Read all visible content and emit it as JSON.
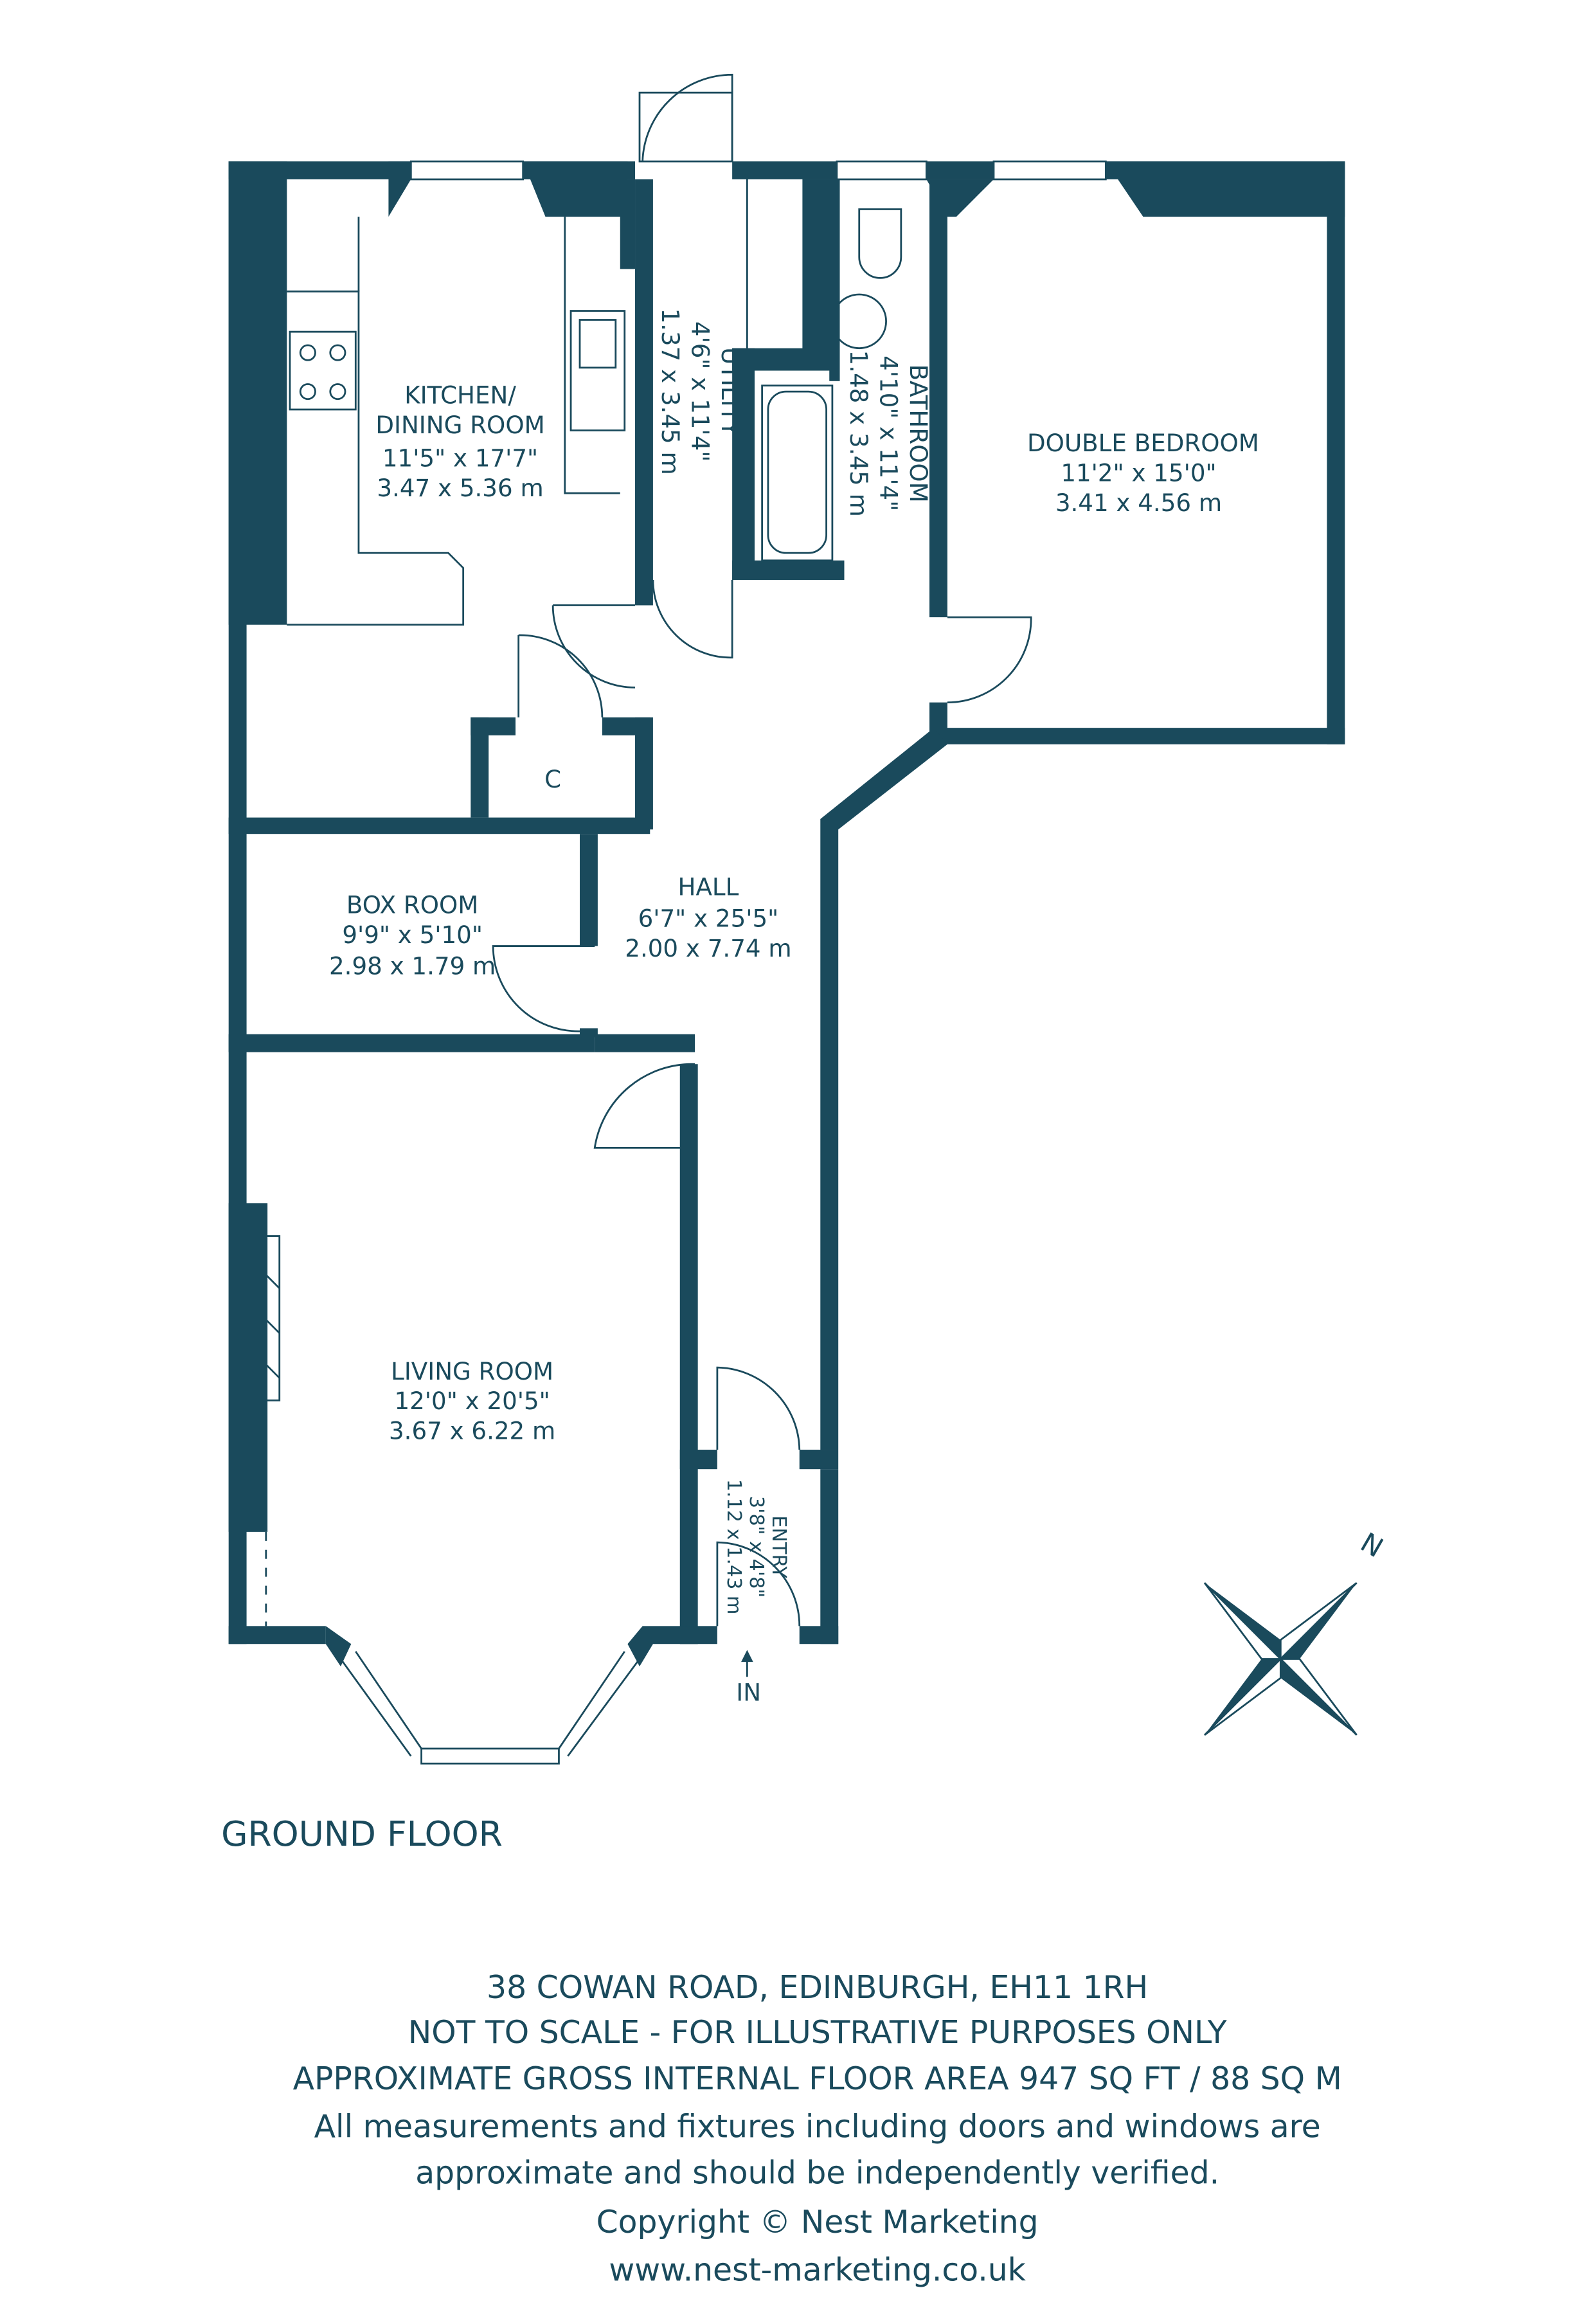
{
  "colors": {
    "wall": "#1a4a5c",
    "background": "#ffffff"
  },
  "rooms": {
    "kitchen": {
      "name1": "KITCHEN/",
      "name2": "DINING ROOM",
      "imperial": "11'5\" x 17'7\"",
      "metric": "3.47 x 5.36 m"
    },
    "utility": {
      "name": "UTILITY",
      "imperial": "4'6\" x 11'4\"",
      "metric": "1.37 x 3.45 m"
    },
    "bathroom": {
      "name": "BATHROOM",
      "imperial": "4'10\" x 11'4\"",
      "metric": "1.48 x 3.45 m"
    },
    "bedroom": {
      "name": "DOUBLE BEDROOM",
      "imperial": "11'2\" x 15'0\"",
      "metric": "3.41 x 4.56 m"
    },
    "cupboard": {
      "name": "C"
    },
    "hall": {
      "name": "HALL",
      "imperial": "6'7\" x 25'5\"",
      "metric": "2.00 x 7.74 m"
    },
    "boxroom": {
      "name": "BOX ROOM",
      "imperial": "9'9\" x 5'10\"",
      "metric": "2.98 x 1.79 m"
    },
    "living": {
      "name": "LIVING ROOM",
      "imperial": "12'0\" x 20'5\"",
      "metric": "3.67 x 6.22 m"
    },
    "entry": {
      "name": "ENTRY",
      "imperial": "3'8\" x 4'8\"",
      "metric": "1.12 x 1.43 m"
    }
  },
  "entrance_label": "IN",
  "compass_label": "N",
  "floor_label": "GROUND FLOOR",
  "footer": [
    "38 COWAN ROAD, EDINBURGH, EH11 1RH",
    "NOT TO SCALE - FOR ILLUSTRATIVE PURPOSES ONLY",
    "APPROXIMATE GROSS INTERNAL FLOOR AREA 947 SQ FT / 88 SQ M",
    "All measurements and fixtures including doors and windows are",
    "approximate and should be independently verified.",
    "Copyright © Nest Marketing",
    "www.nest-marketing.co.uk"
  ]
}
